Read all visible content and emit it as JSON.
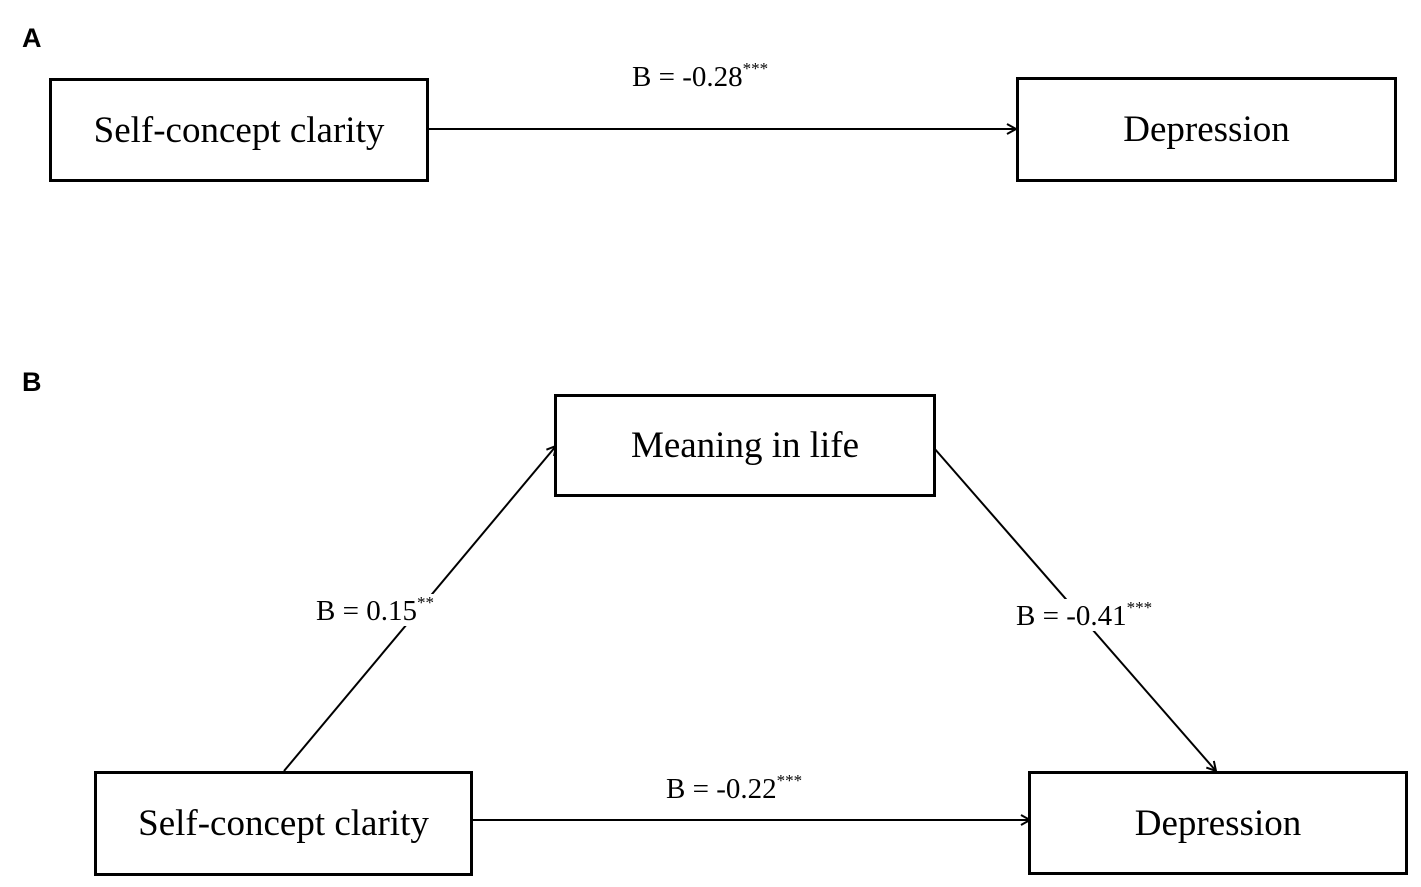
{
  "panel_a": {
    "label": "A",
    "predictor": "Self-concept clarity",
    "outcome": "Depression",
    "direct_path": {
      "coefficient": "B = -0.28",
      "significance": "***"
    }
  },
  "panel_b": {
    "label": "B",
    "predictor": "Self-concept clarity",
    "mediator": "Meaning in life",
    "outcome": "Depression",
    "path_a": {
      "coefficient": "B = 0.15",
      "significance": "**"
    },
    "path_b": {
      "coefficient": "B = -0.41",
      "significance": "***"
    },
    "path_c_prime": {
      "coefficient": "B = -0.22",
      "significance": "***"
    }
  }
}
